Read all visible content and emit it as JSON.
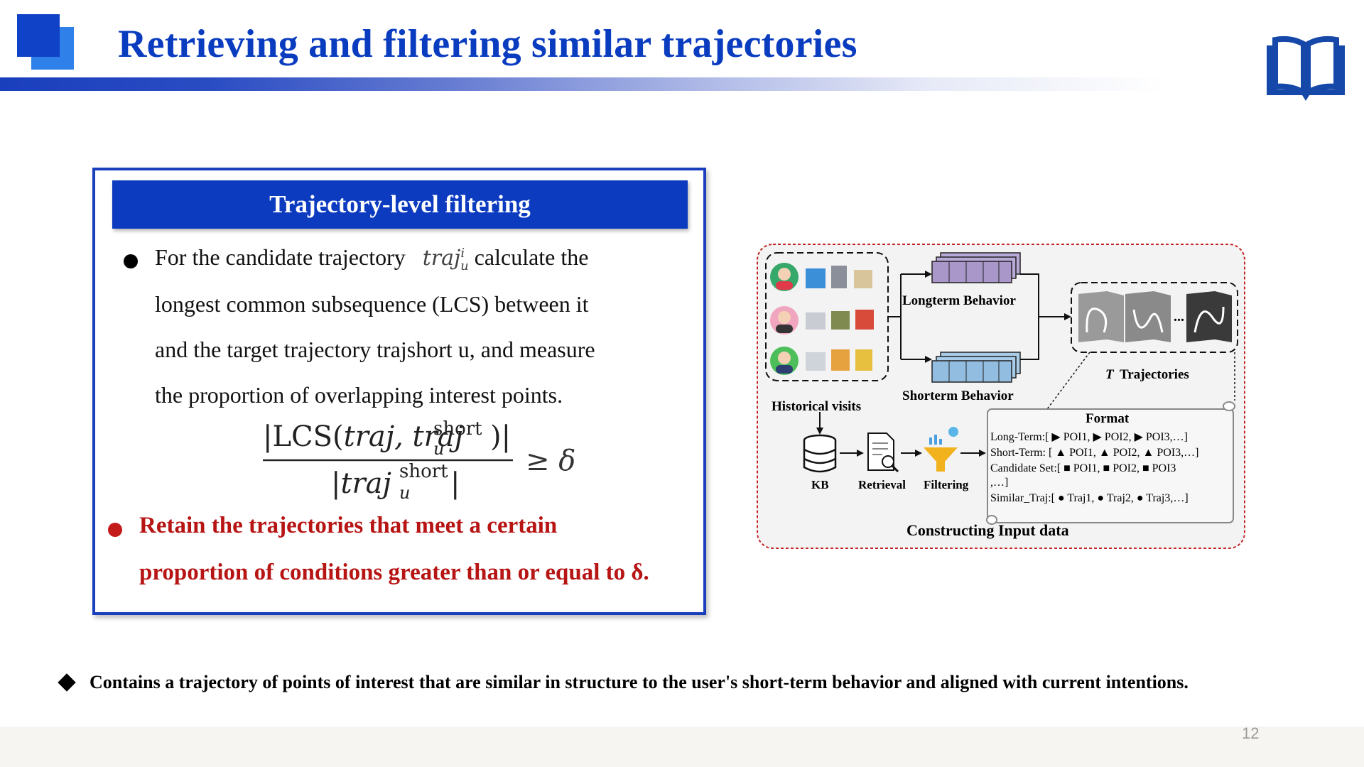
{
  "slide": {
    "title": "Retrieving and filtering similar trajectories",
    "page_number": "12",
    "colors": {
      "title_blue": "#0a3cc0",
      "panel_blue": "#0c3bc0",
      "highlight_red": "#b71414"
    }
  },
  "panel": {
    "heading": "Trajectory-level filtering",
    "bullet1": {
      "pre": "For the candidate trajectory",
      "math": "traj",
      "math_sub": "u",
      "math_sup": "i",
      "post": "calculate the",
      "line2": "longest common subsequence (LCS) between it",
      "line3": "and the target trajectory trajshort u, and measure",
      "line4": "the proportion of overlapping interest points."
    },
    "formula": {
      "num_open": "|LCS(",
      "num_a": "traj, traj",
      "sup": "short",
      "sub": "u",
      "num_close": ")|",
      "den_open": "|",
      "den_a": "traj",
      "den_close": "|",
      "rel": "≥ δ"
    },
    "bullet2": {
      "line1": "Retain the trajectories that meet a certain",
      "line2": "proportion of conditions greater than or equal to δ."
    }
  },
  "diagram": {
    "labels": {
      "longterm": "Longterm Behavior",
      "shorterm": "Shorterm Behavior",
      "historical": "Historical visits",
      "t_italic": "T",
      "trajectories": "Trajectories",
      "ellipsis": "...",
      "kb": "KB",
      "retrieval": "Retrieval",
      "filtering": "Filtering",
      "format": "Format",
      "constructing": "Constructing Input data"
    },
    "format_lines": [
      "Long-Term:[ ▶ POI1, ▶ POI2, ▶ POI3,…]",
      "Short-Term: [ ▲ POI1, ▲ POI2, ▲ POI3,…]",
      "Candidate Set:[ ■ POI1, ■  POI2, ■ POI3",
      ",…]",
      "Similar_Traj:[ ● Traj1, ● Traj2, ● Traj3,…]"
    ],
    "icons": [
      "user-avatar-icon",
      "building-icon",
      "database-icon",
      "document-search-icon",
      "funnel-icon",
      "book-icon"
    ]
  },
  "note": {
    "text": "Contains a trajectory of points of interest that are similar in structure to the user's short-term behavior and aligned with current intentions."
  }
}
